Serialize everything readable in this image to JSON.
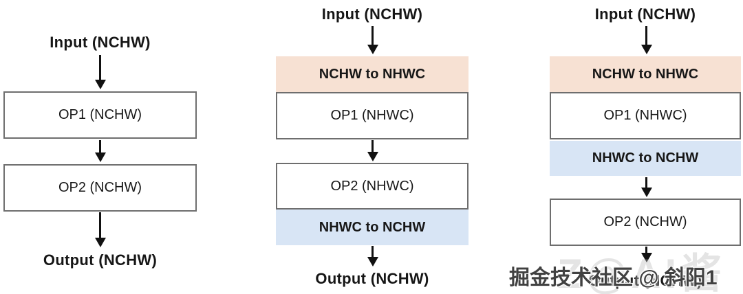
{
  "colors": {
    "convert_peach": "#f7e1d3",
    "convert_blue": "#d8e5f5",
    "box_border": "#6e6e6e",
    "box_fill": "#ffffff",
    "arrow": "#111111",
    "label_text": "#161616",
    "attribution_text": "#414141",
    "ghost_text": "#b9b9b9"
  },
  "diagrams": [
    {
      "name": "all-nchw-pipeline",
      "input_label": "Input (NCHW)",
      "output_label": "Output (NCHW)",
      "nodes": [
        {
          "label": "OP1 (NCHW)",
          "type": "op"
        },
        {
          "label": "OP2 (NCHW)",
          "type": "op"
        }
      ]
    },
    {
      "name": "nhwc-wrapped-pipeline",
      "input_label": "Input (NCHW)",
      "output_label": "Output (NCHW)",
      "nodes": [
        {
          "label": "NCHW to NHWC",
          "type": "convert-peach"
        },
        {
          "label": "OP1 (NHWC)",
          "type": "op"
        },
        {
          "label": "OP2 (NHWC)",
          "type": "op"
        },
        {
          "label": "NHWC to NCHW",
          "type": "convert-blue"
        }
      ]
    },
    {
      "name": "mixed-layout-pipeline",
      "input_label": "Input (NCHW)",
      "output_label": "Output (NCHW)",
      "nodes": [
        {
          "label": "NCHW to NHWC",
          "type": "convert-peach"
        },
        {
          "label": "OP1 (NHWC)",
          "type": "op"
        },
        {
          "label": "NHWC to NCHW",
          "type": "convert-blue"
        },
        {
          "label": "OP2 (NCHW)",
          "type": "op"
        }
      ]
    }
  ],
  "watermark": {
    "attribution": "掘金技术社区 @ 斜阳1",
    "ghost": "Z@AI酱"
  }
}
